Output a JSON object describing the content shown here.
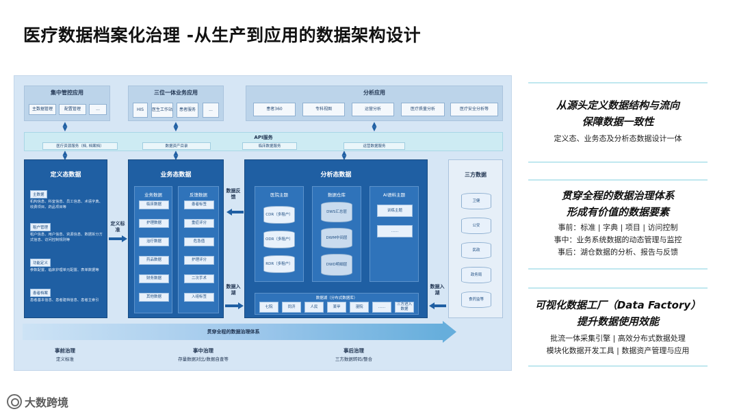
{
  "title": "医疗数据档案化治理 -从生产到应用的数据架构设计",
  "top_panels": [
    {
      "title": "集中管控应用",
      "items": [
        "主数据管理",
        "配置管理",
        "..."
      ]
    },
    {
      "title": "三位一体业务应用",
      "items": [
        "HIS",
        "医生工作站",
        "患者服务",
        "..."
      ]
    },
    {
      "title": "分析应用",
      "items": [
        "患者360",
        "专科视图",
        "运营分析",
        "医疗质量分析",
        "医疗安全分析等"
      ]
    }
  ],
  "api": {
    "title": "API服务",
    "items": [
      "医疗资源服务（档, 档案档）",
      "数据资产目录",
      "临床数据服务",
      "运营数据服务"
    ]
  },
  "definition": {
    "title": "定义态数据",
    "groups": [
      {
        "tag": "主数据",
        "text": "机构信息、科室信息、员工信息、术语字典、收费项目、药品项目等"
      },
      {
        "tag": "租户管理",
        "text": "租户信息、用户信息、资源信息、数据拆分方式信息、访问控制规则等"
      },
      {
        "tag": "功能定义",
        "text": "参数配置、临床护理单元配置、表单数据等"
      },
      {
        "tag": "患者档案",
        "text": "患者基本信息、患者建档信息、患者主索引"
      }
    ]
  },
  "business": {
    "title": "业务态数据",
    "business_col": {
      "title": "业务数据",
      "items": [
        "临床数据",
        "护理数据",
        "治疗数据",
        "药品数据",
        "财务数据",
        "其他数据"
      ]
    },
    "feedback_col": {
      "title": "反馈数据",
      "items": [
        "患者标签",
        "重症评分",
        "危急值",
        "护理评分",
        "二次手术",
        "入组标签"
      ]
    }
  },
  "analysis": {
    "title": "分析态数据",
    "hospital": {
      "title": "医院主题",
      "items": [
        "CDR（多租户）",
        "ODR（多租户）",
        "RDR（多租户）"
      ]
    },
    "warehouse": {
      "title": "数据仓库",
      "items": [
        "DWS汇总层",
        "DWM中间层",
        "DWD明细层"
      ]
    },
    "ai": {
      "title": "AI语料主题",
      "items": [
        "训练主题",
        "......"
      ]
    },
    "lake": {
      "title": "数据湖（分布式数据库）",
      "items": [
        "七院",
        "同济",
        "人民",
        "某甲",
        "漫院",
        "......",
        "三方进入数据"
      ]
    }
  },
  "third_party": {
    "title": "三方数据",
    "items": [
      "卫健",
      "公安",
      "民政",
      "政务局",
      "食药监等"
    ]
  },
  "flows": {
    "define_std": "定义标准",
    "data_feedback": "数据反馈",
    "data_in": "数据入湖",
    "data_in_right": "数据入湖"
  },
  "governance": {
    "band": "贯穿全程的数据治理体系",
    "stages": [
      {
        "head": "事前治理",
        "sub": "定义标准"
      },
      {
        "head": "事中治理",
        "sub": "存量数据对比/数据自查等"
      },
      {
        "head": "事后治理",
        "sub": "三方数据转码/整合"
      }
    ]
  },
  "right_cards": [
    {
      "heading": [
        "从源头定义数据结构与流向",
        "保障数据一致性"
      ],
      "lines": [
        "定义态、业务态及分析态数据设计一体"
      ]
    },
    {
      "heading": [
        "贯穿全程的数据治理体系",
        "形成有价值的数据要素"
      ],
      "lines": [
        "事前：标准 | 字典 | 项目 | 访问控制",
        "事中：业务系统数据的动态管理与监控",
        "事后：湖仓数据的分析、报告与反馈"
      ]
    },
    {
      "heading": [
        "可视化数据工厂（Data Factory）",
        "提升数据使用效能"
      ],
      "lines": [
        "批流一体采集引擎 | 高效分布式数据处理",
        "模块化数据开发工具 | 数据资产管理与应用"
      ]
    }
  ],
  "logo": {
    "text": "大数跨境"
  },
  "colors": {
    "primary": "#1f5fa3",
    "panel": "#bcd4ea",
    "band": "#66aedc",
    "card_border": "#bfe7ef"
  }
}
